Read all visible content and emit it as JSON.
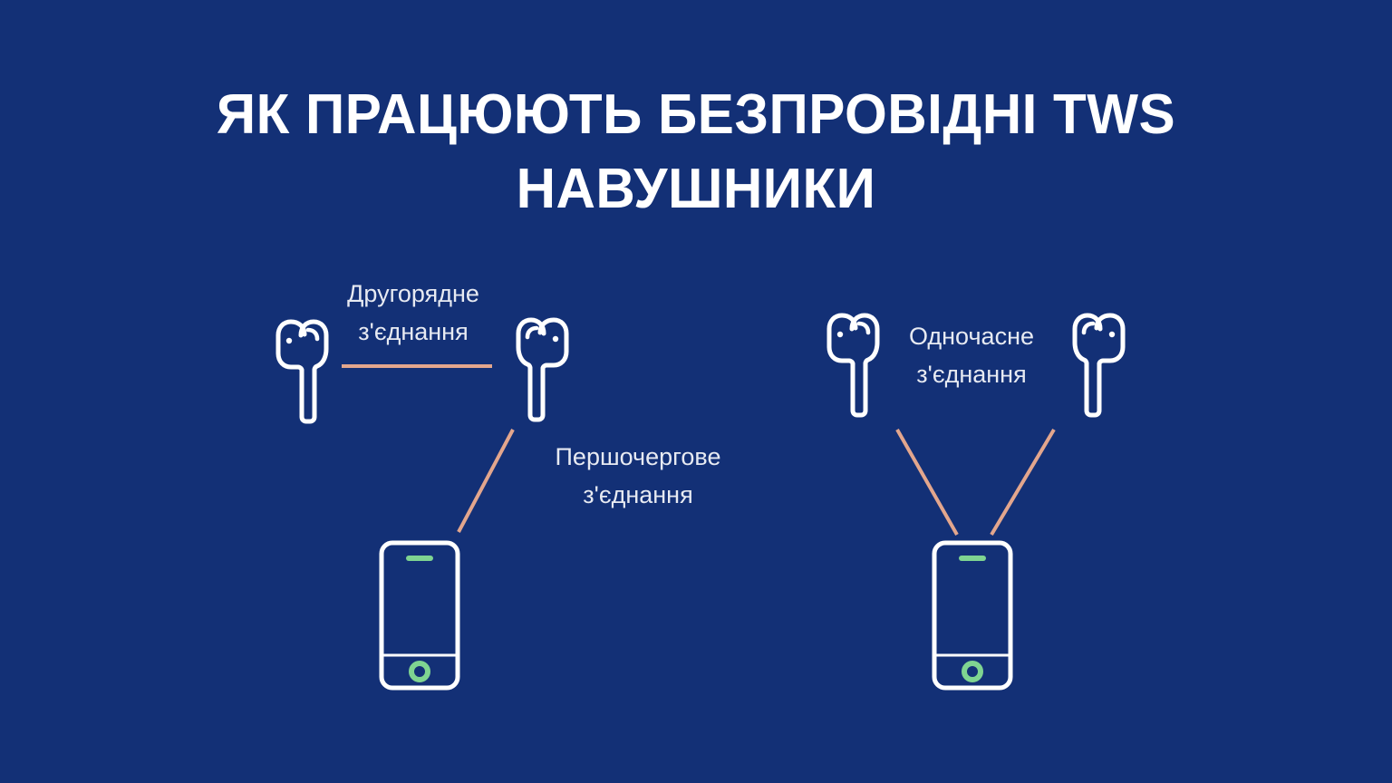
{
  "slide": {
    "background_color": "#133076",
    "title": {
      "line1": "ЯК ПРАЦЮЮТЬ БЕЗПРОВІДНІ TWS",
      "line2": "НАВУШНИКИ",
      "color": "#ffffff"
    }
  },
  "diagram": {
    "accent_line_color": "#e3a68d",
    "icon_stroke_color": "#ffffff",
    "accent_green": "#7fd491",
    "label_color": "#e7eaf2",
    "left_group": {
      "name": "daisy-chain-connection",
      "labels": {
        "secondary": "Другорядне\nз'єднання",
        "primary": "Першочергове\nз'єднання"
      },
      "earbuds": [
        {
          "name": "earbud-left-outer",
          "orientation": "left"
        },
        {
          "name": "earbud-left-inner",
          "orientation": "right"
        }
      ],
      "phone": {
        "name": "smartphone-left"
      },
      "connections": [
        {
          "from": "earbud-left-outer",
          "to": "earbud-left-inner",
          "type": "secondary"
        },
        {
          "from": "earbud-left-inner",
          "to": "smartphone-left",
          "type": "primary"
        }
      ]
    },
    "right_group": {
      "name": "simultaneous-connection",
      "labels": {
        "simultaneous": "Одночасне\nз'єднання"
      },
      "earbuds": [
        {
          "name": "earbud-right-outer-left",
          "orientation": "left"
        },
        {
          "name": "earbud-right-outer-right",
          "orientation": "right"
        }
      ],
      "phone": {
        "name": "smartphone-right"
      },
      "connections": [
        {
          "from": "earbud-right-outer-left",
          "to": "smartphone-right",
          "type": "simultaneous"
        },
        {
          "from": "earbud-right-outer-right",
          "to": "smartphone-right",
          "type": "simultaneous"
        }
      ]
    }
  }
}
